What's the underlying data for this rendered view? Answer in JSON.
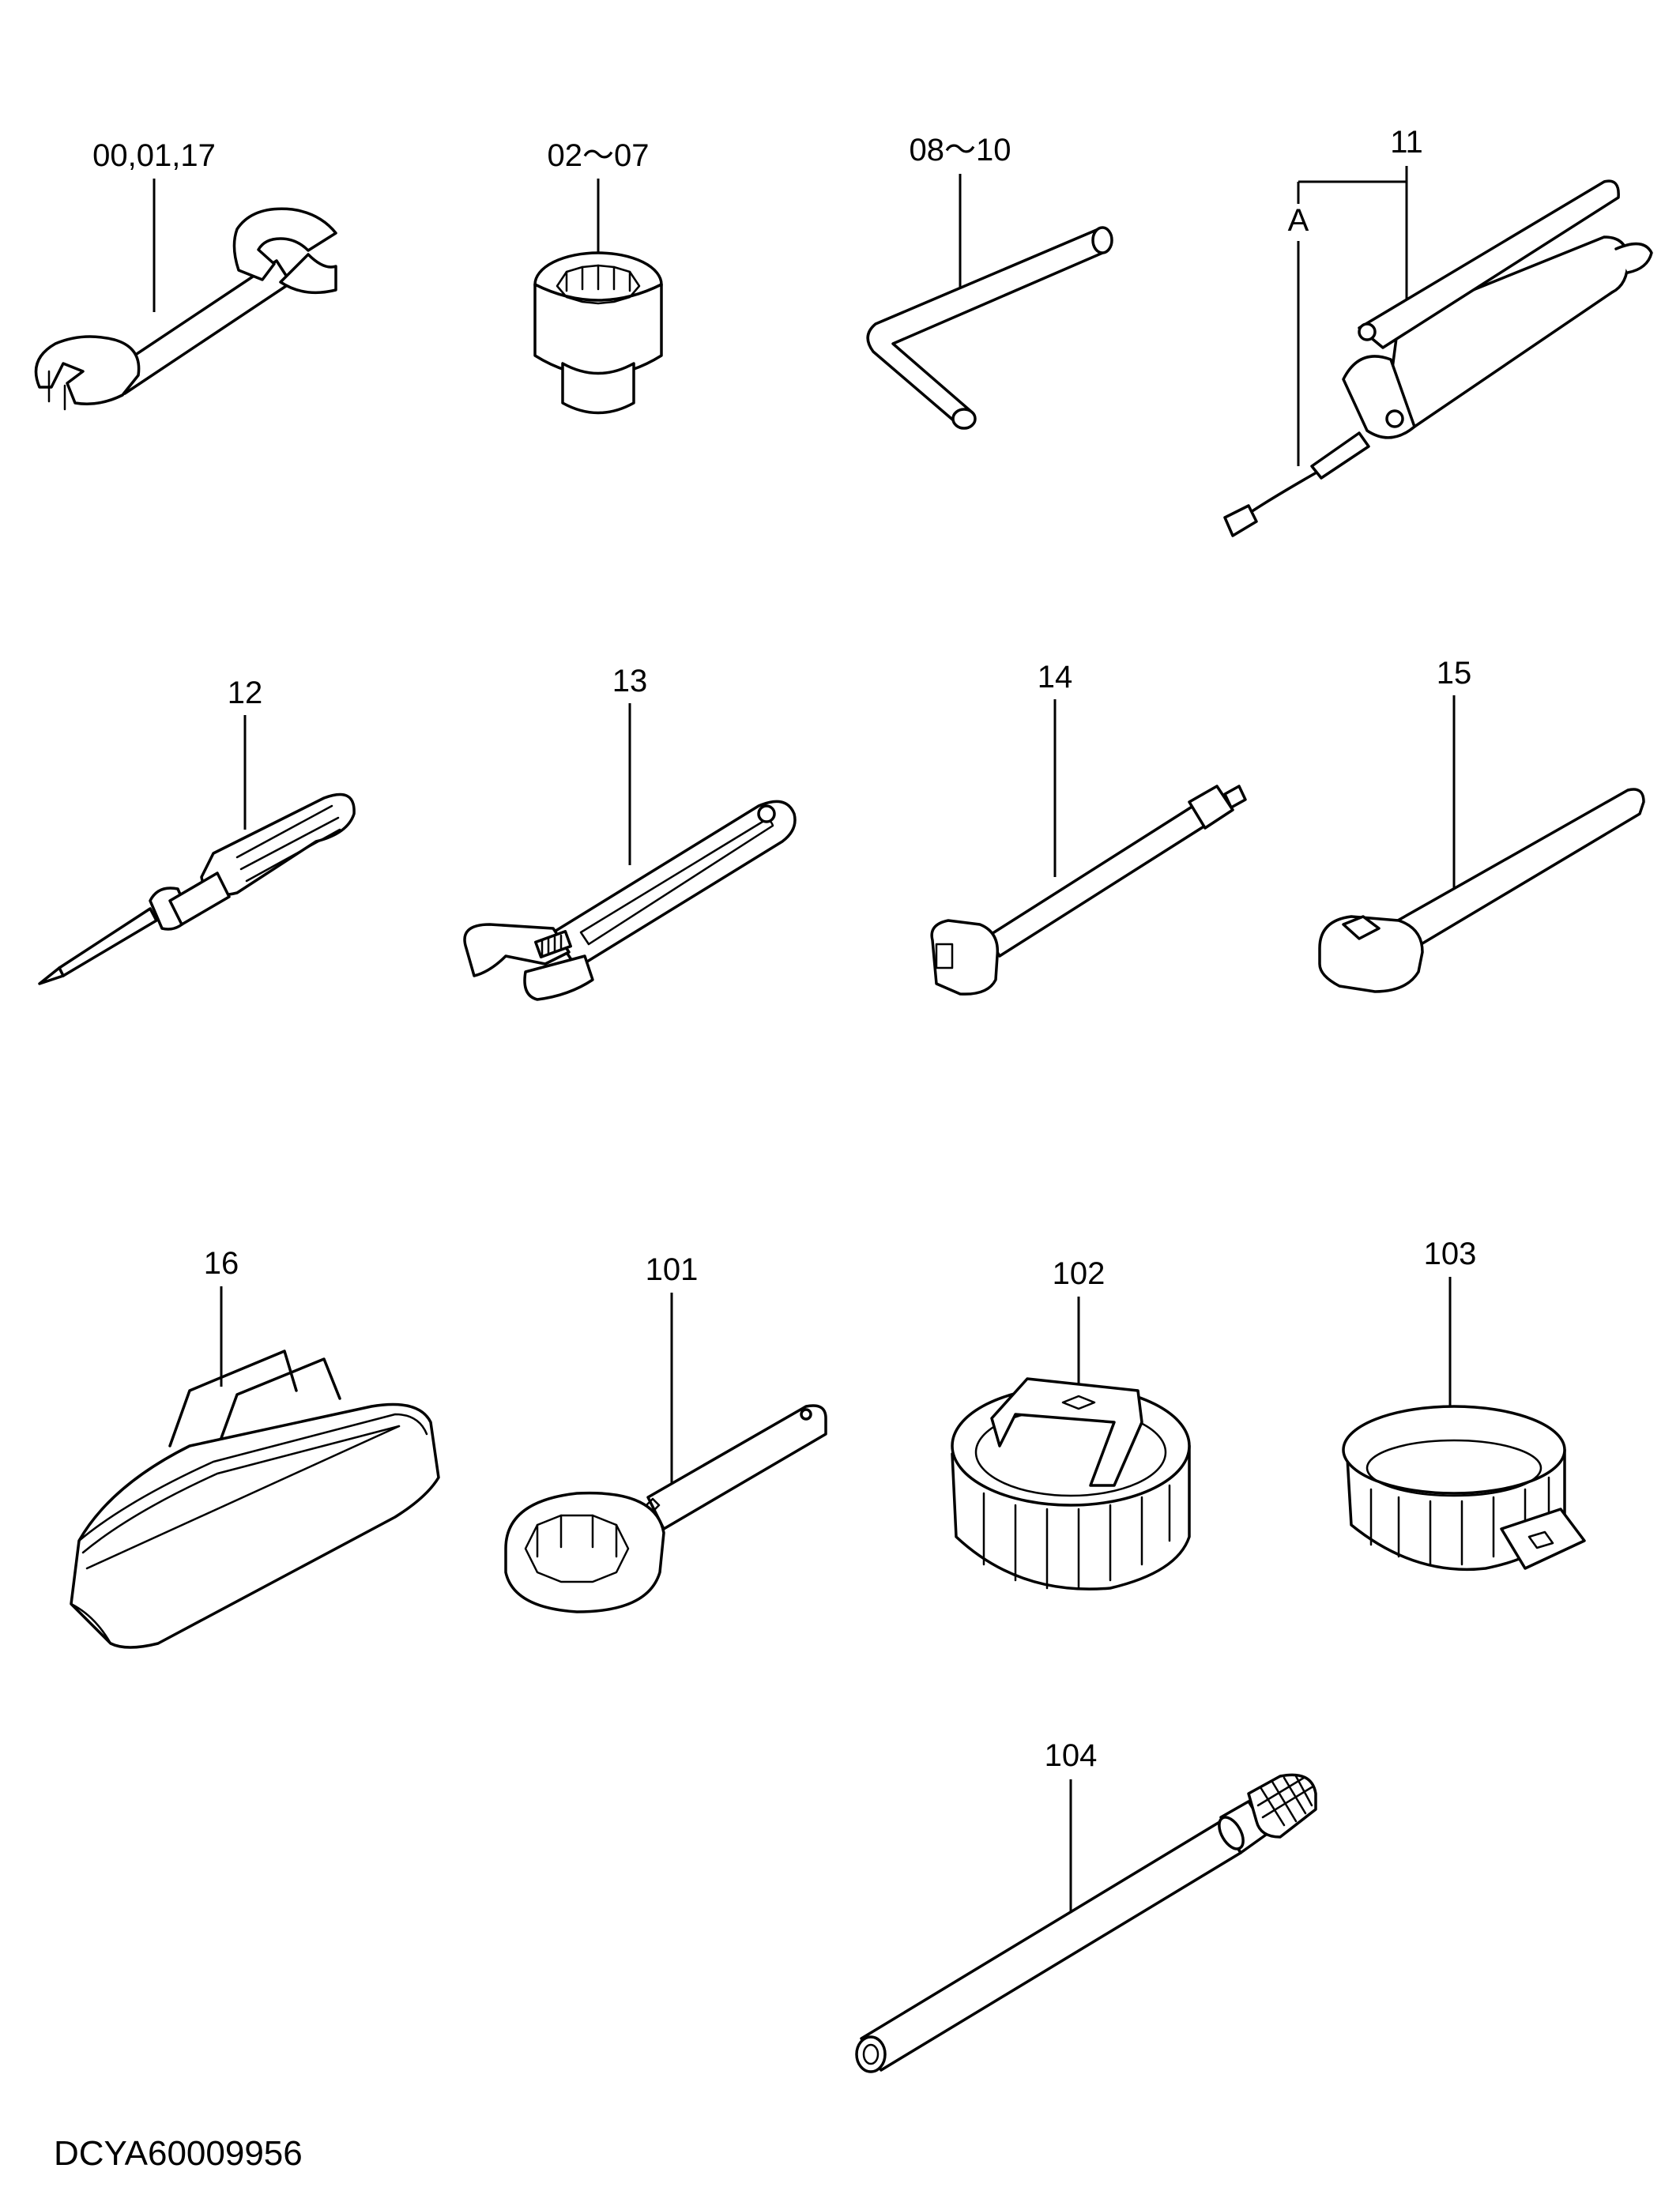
{
  "callouts": {
    "wrench": "00,01,17",
    "socket": "02〜07",
    "hex_key": "08〜10",
    "grease_gun": "11",
    "grease_gun_sub": "A",
    "screwdriver": "12",
    "adjustable_wrench": "13",
    "extension_bar": "14",
    "ratchet_handle": "15",
    "tool_bag": "16",
    "ring_spanner": "101",
    "filter_cap_wrench": "102",
    "filter_band_wrench": "103",
    "rod_tool": "104"
  },
  "figure_code": "DCYA60009956"
}
